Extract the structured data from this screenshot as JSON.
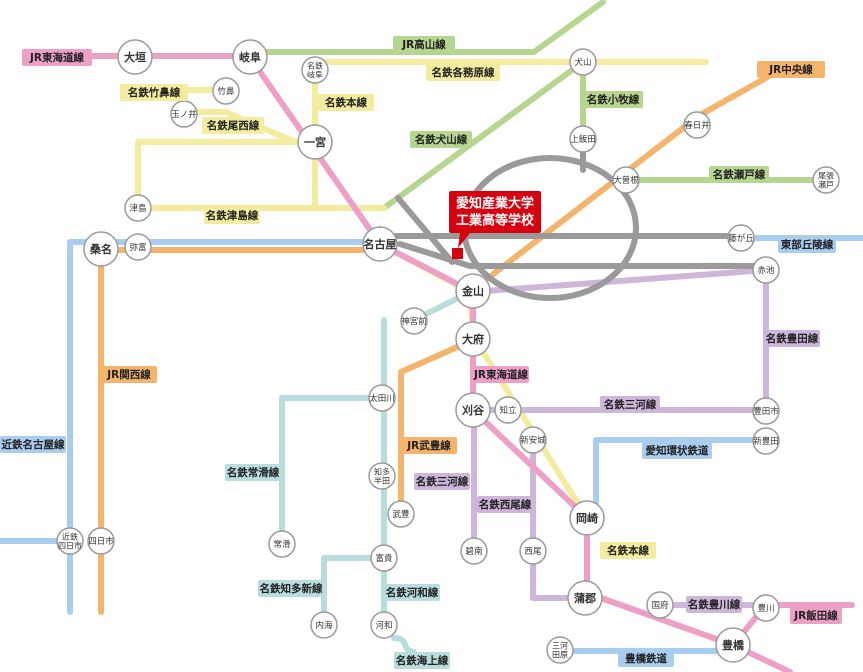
{
  "colors": {
    "jr_tokaido": "#ee9fc6",
    "jr_takayama": "#b6d68f",
    "jr_chuo": "#f5b46b",
    "jr_kansai": "#f5b46b",
    "jr_taketoyo": "#f5b46b",
    "jr_iida": "#ee9fc6",
    "meitetsu_honsen": "#f3ec9e",
    "meitetsu_kakamigahara": "#f3ec9e",
    "meitetsu_takehana": "#f3ec9e",
    "meitetsu_bisai": "#f3ec9e",
    "meitetsu_tsushima": "#f3ec9e",
    "meitetsu_inuyama": "#b6d68f",
    "meitetsu_komaki": "#b6d68f",
    "meitetsu_seto": "#b6d68f",
    "meitetsu_toyota": "#cdb6da",
    "meitetsu_mikawa": "#cdb6da",
    "meitetsu_nishio": "#cdb6da",
    "meitetsu_tokoname": "#b9dcdc",
    "meitetsu_chita_shin": "#b9dcdc",
    "meitetsu_kowa": "#b9dcdc",
    "meitetsu_kaijo": "#b9dcdc",
    "meitetsu_toyokawa": "#b9dcdc",
    "kintetsu_nagoya": "#a9cdef",
    "tobu_kyuryo": "#a9cdef",
    "aichi_kanjo": "#a9cdef",
    "toyohashi_tetsudo": "#a9cdef",
    "subway_gray": "#9a9a9a",
    "school_red": "#d7000f",
    "station_border": "#9a9a9a",
    "label_jr_pink": "#ee9fc6",
    "label_green": "#b6d68f",
    "label_orange": "#f5b46b",
    "label_yellow": "#f3ec9e",
    "label_purple": "#cdb6da",
    "label_teal": "#b9dcdc",
    "label_blue": "#a9cdef"
  },
  "school": {
    "name_line1": "愛知産業大学",
    "name_line2": "工業高等学校"
  },
  "line_labels": [
    {
      "id": "jr-tokaido-west",
      "text": "JR東海道線",
      "color": "label_jr_pink"
    },
    {
      "id": "jr-takayama",
      "text": "JR高山線",
      "color": "label_green"
    },
    {
      "id": "meitetsu-kakamigahara",
      "text": "名鉄各務原線",
      "color": "label_yellow"
    },
    {
      "id": "jr-chuo",
      "text": "JR中央線",
      "color": "label_orange"
    },
    {
      "id": "meitetsu-takehana",
      "text": "名鉄竹鼻線",
      "color": "label_yellow"
    },
    {
      "id": "meitetsu-honsen-north",
      "text": "名鉄本線",
      "color": "label_yellow"
    },
    {
      "id": "meitetsu-komaki",
      "text": "名鉄小牧線",
      "color": "label_green"
    },
    {
      "id": "meitetsu-bisai",
      "text": "名鉄尾西線",
      "color": "label_yellow"
    },
    {
      "id": "meitetsu-inuyama",
      "text": "名鉄犬山線",
      "color": "label_green"
    },
    {
      "id": "meitetsu-seto",
      "text": "名鉄瀬戸線",
      "color": "label_green"
    },
    {
      "id": "meitetsu-tsushima",
      "text": "名鉄津島線",
      "color": "label_yellow"
    },
    {
      "id": "tobu-kyuryo",
      "text": "東部丘陵線",
      "color": "label_blue"
    },
    {
      "id": "meitetsu-toyota",
      "text": "名鉄豊田線",
      "color": "label_purple"
    },
    {
      "id": "jr-kansai",
      "text": "JR関西線",
      "color": "label_orange"
    },
    {
      "id": "jr-tokaido-east",
      "text": "JR東海道線",
      "color": "label_jr_pink"
    },
    {
      "id": "meitetsu-mikawa-east",
      "text": "名鉄三河線",
      "color": "label_purple"
    },
    {
      "id": "kintetsu-nagoya",
      "text": "近鉄名古屋線",
      "color": "label_blue"
    },
    {
      "id": "aichi-kanjo",
      "text": "愛知環状鉄道",
      "color": "label_blue"
    },
    {
      "id": "jr-taketoyo",
      "text": "JR武豊線",
      "color": "label_orange"
    },
    {
      "id": "meitetsu-tokoname",
      "text": "名鉄常滑線",
      "color": "label_teal"
    },
    {
      "id": "meitetsu-mikawa-south",
      "text": "名鉄三河線",
      "color": "label_purple"
    },
    {
      "id": "meitetsu-nishio",
      "text": "名鉄西尾線",
      "color": "label_purple"
    },
    {
      "id": "meitetsu-honsen-south",
      "text": "名鉄本線",
      "color": "label_yellow"
    },
    {
      "id": "meitetsu-chita-shin",
      "text": "名鉄知多新線",
      "color": "label_teal"
    },
    {
      "id": "meitetsu-kowa",
      "text": "名鉄河和線",
      "color": "label_teal"
    },
    {
      "id": "meitetsu-toyokawa",
      "text": "名鉄豊川線",
      "color": "label_purple"
    },
    {
      "id": "jr-iida",
      "text": "JR飯田線",
      "color": "label_jr_pink"
    },
    {
      "id": "meitetsu-kaijo",
      "text": "名鉄海上線",
      "color": "label_teal"
    },
    {
      "id": "toyohashi-tetsudo",
      "text": "豊橋鉄道",
      "color": "label_blue"
    }
  ],
  "stations": [
    {
      "id": "ogaki",
      "name": "大垣",
      "major": true
    },
    {
      "id": "gifu",
      "name": "岐阜",
      "major": true
    },
    {
      "id": "meitetsu-gifu",
      "name": "名鉄\n岐阜",
      "major": false
    },
    {
      "id": "inuyama",
      "name": "犬山",
      "major": false
    },
    {
      "id": "takehana",
      "name": "竹鼻",
      "major": false
    },
    {
      "id": "tamanoi",
      "name": "玉ノ井",
      "major": false
    },
    {
      "id": "ichinomiya",
      "name": "一宮",
      "major": true
    },
    {
      "id": "kamiiida",
      "name": "上飯田",
      "major": false
    },
    {
      "id": "kasugai",
      "name": "春日井",
      "major": false
    },
    {
      "id": "ozone",
      "name": "大曽根",
      "major": false
    },
    {
      "id": "owari-seto",
      "name": "尾張\n瀬戸",
      "major": false
    },
    {
      "id": "tsushima",
      "name": "津島",
      "major": false
    },
    {
      "id": "kuwana",
      "name": "桑名",
      "major": true
    },
    {
      "id": "yatomi",
      "name": "弥富",
      "major": false
    },
    {
      "id": "nagoya",
      "name": "名古屋",
      "major": true
    },
    {
      "id": "fujigaoka",
      "name": "藤が丘",
      "major": false
    },
    {
      "id": "akaike",
      "name": "赤池",
      "major": false
    },
    {
      "id": "kanayama",
      "name": "金山",
      "major": true
    },
    {
      "id": "jingumae",
      "name": "神宮前",
      "major": false
    },
    {
      "id": "obu",
      "name": "大府",
      "major": true
    },
    {
      "id": "otagawa",
      "name": "太田川",
      "major": false
    },
    {
      "id": "kariya",
      "name": "刈谷",
      "major": true
    },
    {
      "id": "chiryu",
      "name": "知立",
      "major": false
    },
    {
      "id": "toyotashi",
      "name": "豊田市",
      "major": false
    },
    {
      "id": "shin-anjo",
      "name": "新安城",
      "major": false
    },
    {
      "id": "shin-toyota",
      "name": "新豊田",
      "major": false
    },
    {
      "id": "chita-handa",
      "name": "知多\n半田",
      "major": false
    },
    {
      "id": "taketoyo",
      "name": "武豊",
      "major": false
    },
    {
      "id": "hekinan",
      "name": "碧南",
      "major": false
    },
    {
      "id": "nishio",
      "name": "西尾",
      "major": false
    },
    {
      "id": "okazaki",
      "name": "岡崎",
      "major": true
    },
    {
      "id": "tokoname",
      "name": "常滑",
      "major": false
    },
    {
      "id": "kintetsu-yokkaichi",
      "name": "近鉄\n四日市",
      "major": false
    },
    {
      "id": "yokkaichi",
      "name": "四日市",
      "major": false
    },
    {
      "id": "tomiya",
      "name": "富貴",
      "major": false
    },
    {
      "id": "gamagori",
      "name": "蒲郡",
      "major": true
    },
    {
      "id": "kou",
      "name": "国府",
      "major": false
    },
    {
      "id": "toyokawa",
      "name": "豊川",
      "major": false
    },
    {
      "id": "utsumi",
      "name": "内海",
      "major": false
    },
    {
      "id": "kowa",
      "name": "河和",
      "major": false
    },
    {
      "id": "mikawa-tahara",
      "name": "三河\n田原",
      "major": false
    },
    {
      "id": "toyohashi",
      "name": "豊橋",
      "major": true
    }
  ]
}
